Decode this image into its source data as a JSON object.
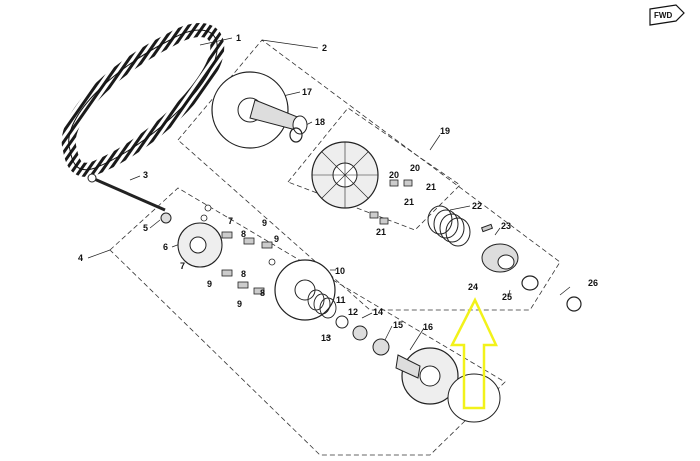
{
  "diagram": {
    "fwd_badge": "FWD",
    "callouts": [
      "1",
      "2",
      "3",
      "4",
      "5",
      "6",
      "7",
      "7",
      "8",
      "8",
      "8",
      "9",
      "9",
      "9",
      "9",
      "10",
      "11",
      "12",
      "13",
      "14",
      "15",
      "16",
      "17",
      "18",
      "19",
      "20",
      "20",
      "21",
      "21",
      "21",
      "22",
      "23",
      "24",
      "25",
      "26"
    ],
    "highlight_color": "#f2f21a",
    "line_color": "#222222"
  }
}
